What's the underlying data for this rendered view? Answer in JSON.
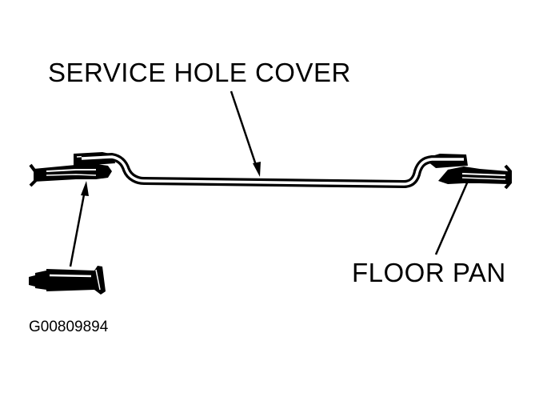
{
  "labels": {
    "service_hole_cover": "SERVICE HOLE COVER",
    "floor_pan": "FLOOR PAN",
    "figure_id": "G00809894"
  },
  "colors": {
    "ink": "#000000",
    "background": "#ffffff"
  },
  "icons": {
    "sealant_tube": "sealant-tube-icon"
  }
}
